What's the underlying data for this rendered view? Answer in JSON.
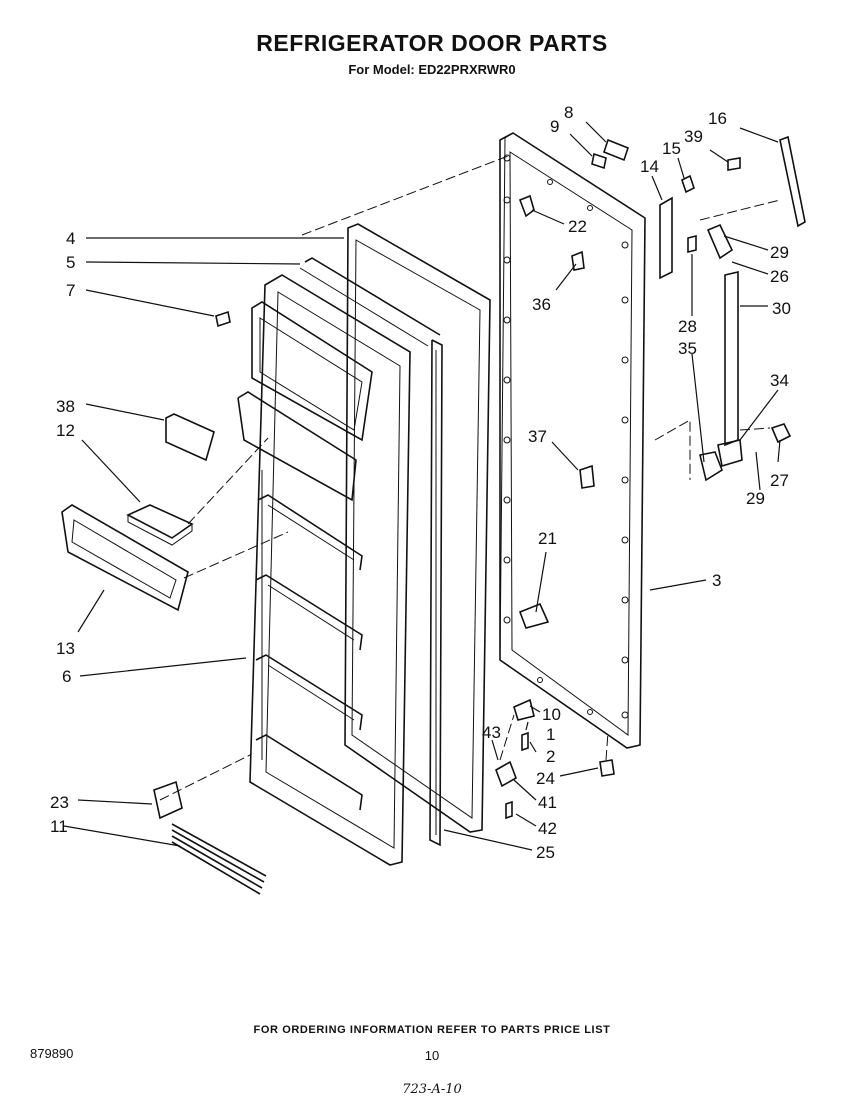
{
  "header": {
    "title": "REFRIGERATOR DOOR PARTS",
    "subtitle": "For Model: ED22PRXRWR0"
  },
  "footer": {
    "ordering_note": "FOR ORDERING INFORMATION REFER TO PARTS PRICE LIST",
    "document_number": "879890",
    "page_number": "10",
    "handwritten_code": "723-A-10"
  },
  "callouts": [
    {
      "id": "c8",
      "label": "8"
    },
    {
      "id": "c9",
      "label": "9"
    },
    {
      "id": "c16",
      "label": "16"
    },
    {
      "id": "c39",
      "label": "39"
    },
    {
      "id": "c15",
      "label": "15"
    },
    {
      "id": "c14",
      "label": "14"
    },
    {
      "id": "c22",
      "label": "22"
    },
    {
      "id": "c4",
      "label": "4"
    },
    {
      "id": "c5",
      "label": "5"
    },
    {
      "id": "c7",
      "label": "7"
    },
    {
      "id": "c29a",
      "label": "29"
    },
    {
      "id": "c26",
      "label": "26"
    },
    {
      "id": "c36",
      "label": "36"
    },
    {
      "id": "c30",
      "label": "30"
    },
    {
      "id": "c28",
      "label": "28"
    },
    {
      "id": "c35",
      "label": "35"
    },
    {
      "id": "c34",
      "label": "34"
    },
    {
      "id": "c38",
      "label": "38"
    },
    {
      "id": "c12",
      "label": "12"
    },
    {
      "id": "c37",
      "label": "37"
    },
    {
      "id": "c27",
      "label": "27"
    },
    {
      "id": "c29b",
      "label": "29"
    },
    {
      "id": "c21",
      "label": "21"
    },
    {
      "id": "c3",
      "label": "3"
    },
    {
      "id": "c13",
      "label": "13"
    },
    {
      "id": "c6",
      "label": "6"
    },
    {
      "id": "c10",
      "label": "10"
    },
    {
      "id": "c43",
      "label": "43"
    },
    {
      "id": "c1",
      "label": "1"
    },
    {
      "id": "c2",
      "label": "2"
    },
    {
      "id": "c24",
      "label": "24"
    },
    {
      "id": "c23",
      "label": "23"
    },
    {
      "id": "c41",
      "label": "41"
    },
    {
      "id": "c42",
      "label": "42"
    },
    {
      "id": "c11",
      "label": "11"
    },
    {
      "id": "c25",
      "label": "25"
    }
  ]
}
